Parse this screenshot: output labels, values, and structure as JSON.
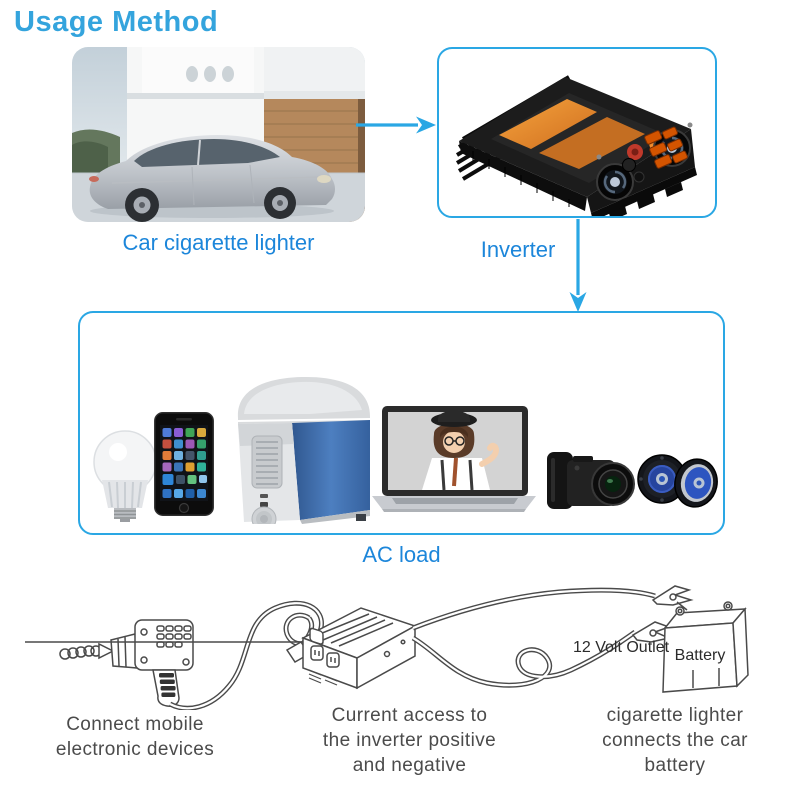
{
  "page": {
    "title": "Usage Method"
  },
  "colors": {
    "title_blue": "#34a4dd",
    "label_blue": "#1c86da",
    "accent_blue": "#2aa7e4",
    "caption_gray": "#4b4b4b",
    "fridge_blue": "#3e6db0",
    "inverter_orange": "#e8872a"
  },
  "flow": {
    "step1_label": "Car cigarette lighter",
    "step2_label": "Inverter",
    "step3_label": "AC load"
  },
  "ac_load_devices": [
    "light-bulb",
    "smartphone",
    "car-fridge",
    "laptop",
    "camera",
    "car-speakers"
  ],
  "wiring_diagram": {
    "outlet_label": "12 Volt Outlet",
    "battery_label": "Battery"
  },
  "captions": [
    {
      "lines": [
        "Connect mobile",
        "electronic devices"
      ]
    },
    {
      "lines": [
        "Current access to",
        "the inverter positive",
        "and negative"
      ]
    },
    {
      "lines": [
        "cigarette lighter",
        "connects the car",
        "battery"
      ]
    }
  ]
}
